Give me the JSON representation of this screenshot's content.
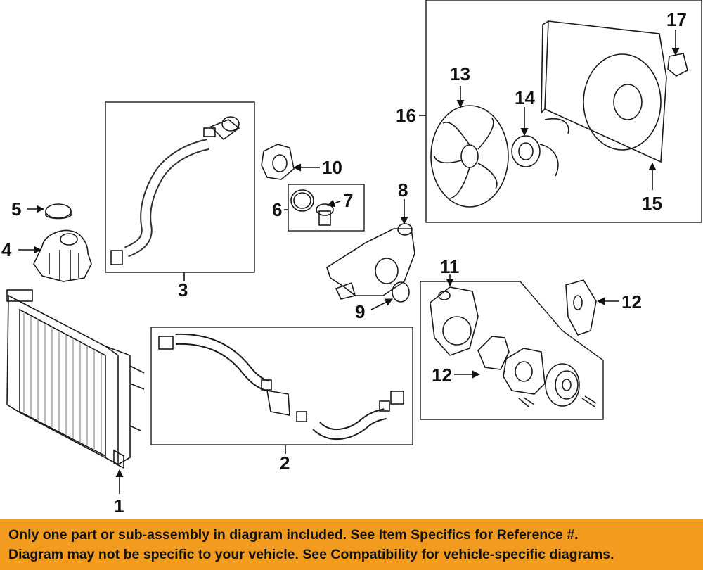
{
  "callouts": {
    "c1": "1",
    "c2": "2",
    "c3": "3",
    "c4": "4",
    "c5": "5",
    "c6": "6",
    "c7": "7",
    "c8": "8",
    "c9": "9",
    "c10": "10",
    "c11": "11",
    "c12a": "12",
    "c12b": "12",
    "c13": "13",
    "c14": "14",
    "c15": "15",
    "c16": "16",
    "c17": "17"
  },
  "banner": {
    "line1": "Only one part or sub-assembly in diagram included. See Item Specifics for Reference #.",
    "line2": "Diagram may not be specific to your vehicle. See Compatibility for vehicle-specific diagrams."
  },
  "colors": {
    "banner_bg": "#f29b1e",
    "line": "#1a1a1a"
  }
}
